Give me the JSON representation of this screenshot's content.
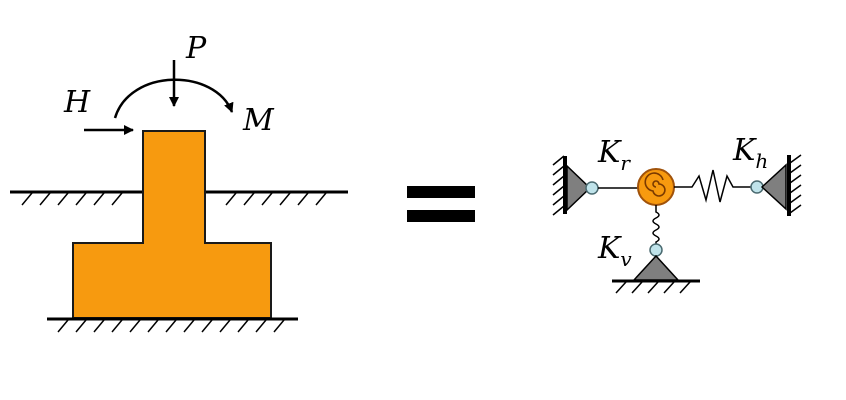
{
  "labels": {
    "horizontal_load": "H",
    "vertical_load": "P",
    "moment": "M",
    "rotational_spring_symbol": "K",
    "rotational_spring_sub": "r",
    "horizontal_spring_symbol": "K",
    "horizontal_spring_sub": "h",
    "vertical_spring_symbol": "K",
    "vertical_spring_sub": "v"
  },
  "colors": {
    "footing_fill": "#f79a0f",
    "footing_stroke": "#1a1a1a",
    "rotational_spring_fill": "#f79a0f",
    "rotational_spring_stroke": "#a0520a",
    "hinge_fill": "#bfe3ea",
    "support_fill": "#7f7f7f",
    "line": "#000000"
  },
  "icons": {
    "equals": "equals-sign",
    "support": "triangle-pin-support",
    "wall": "hatched-wall",
    "ground": "hatched-ground"
  }
}
